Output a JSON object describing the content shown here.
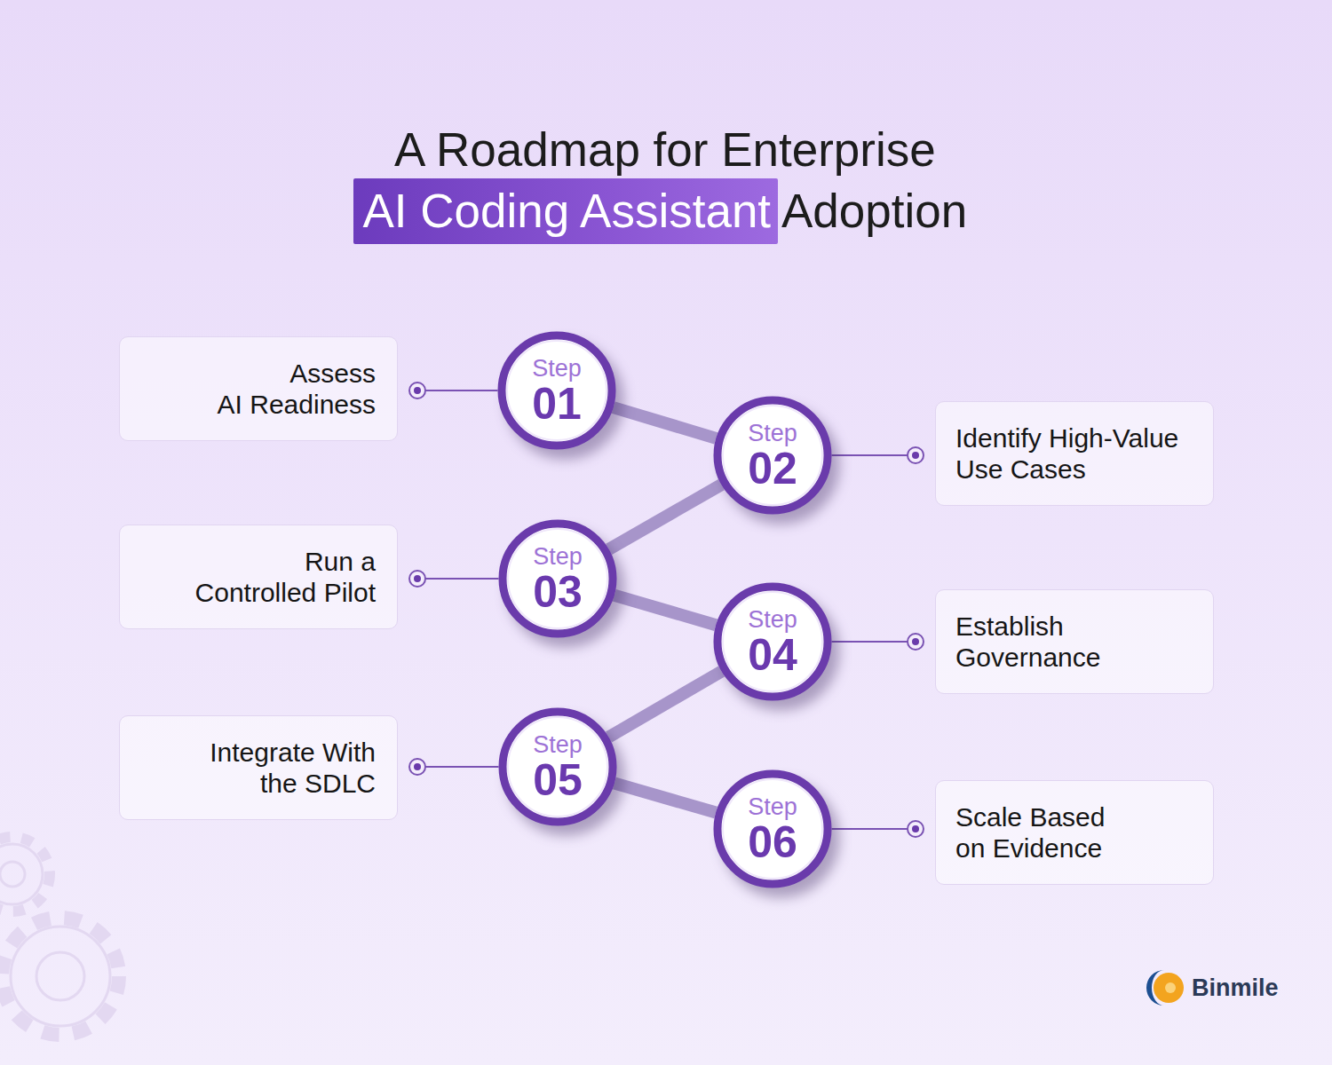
{
  "diagram": {
    "title": "A Roadmap for Enterprise AI Coding Assistant Adoption",
    "nodes": [
      {
        "text": [
          "Assess AI Readiness"
        ]
      },
      {
        "text": [
          "Step",
          "01"
        ]
      },
      {
        "text": [
          "Step",
          "02"
        ]
      },
      {
        "text": [
          "Identify High-Value Use Cases"
        ]
      },
      {
        "text": [
          "Run a Controlled Pilot"
        ]
      },
      {
        "text": [
          "Step",
          "03"
        ]
      },
      {
        "text": [
          "Step",
          "04"
        ]
      },
      {
        "text": [
          "Establish Governance"
        ]
      },
      {
        "text": [
          "Integrate With the SDLC"
        ]
      },
      {
        "text": [
          "Step",
          "05"
        ]
      },
      {
        "text": [
          "Step",
          "06"
        ]
      },
      {
        "text": [
          "Scale Based on Evidence"
        ]
      }
    ],
    "edges": [
      {
        "from": 1,
        "to": 2,
        "arrow": "none"
      },
      {
        "from": 2,
        "to": 5,
        "arrow": "none"
      },
      {
        "from": 5,
        "to": 6,
        "arrow": "none"
      },
      {
        "from": 6,
        "to": 9,
        "arrow": "none"
      },
      {
        "from": 9,
        "to": 10,
        "arrow": "none"
      },
      {
        "from": 1,
        "to": 0,
        "arrow": "none"
      },
      {
        "from": 2,
        "to": 3,
        "arrow": "none"
      },
      {
        "from": 5,
        "to": 4,
        "arrow": "none"
      },
      {
        "from": 6,
        "to": 7,
        "arrow": "none"
      },
      {
        "from": 9,
        "to": 8,
        "arrow": "none"
      },
      {
        "from": 10,
        "to": 11,
        "arrow": "none"
      }
    ],
    "labels": [
      "Binmile"
    ]
  }
}
